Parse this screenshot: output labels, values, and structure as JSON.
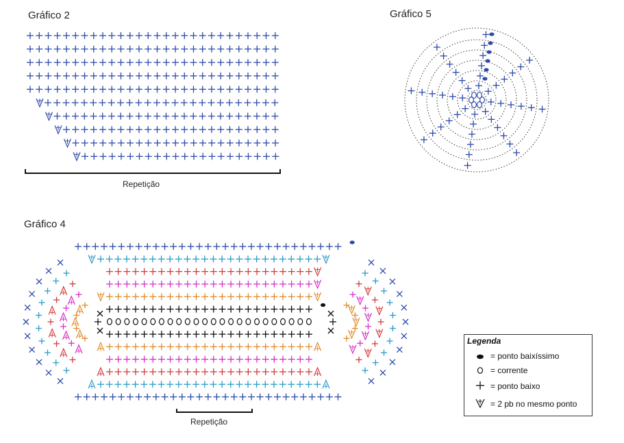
{
  "titles": {
    "chart2": "Gráfico 2",
    "chart5": "Gráfico 5",
    "chart4": "Gráfico 4"
  },
  "repeat_labels": {
    "chart2": "Repetição",
    "chart4": "Repetição"
  },
  "legend": {
    "title": "Legenda",
    "items": [
      {
        "symbol": "ponto-baixissimo",
        "label": "= ponto baixíssimo"
      },
      {
        "symbol": "corrente",
        "label": "= corrente"
      },
      {
        "symbol": "ponto-baixo",
        "label": "= ponto baixo"
      },
      {
        "symbol": "2pb",
        "label": "= 2 pb no mesmo ponto"
      }
    ]
  },
  "colors": {
    "blue": "#2c4aa8",
    "cyan": "#2a9bc4",
    "red": "#d23a3a",
    "magenta": "#d630c8",
    "orange": "#e08a2a",
    "black": "#111111",
    "dotted": "#333333"
  },
  "glyphs": {
    "plus": "+",
    "chain": "0",
    "v": "V",
    "a": "A",
    "x": "×"
  },
  "chart2_structure": {
    "full_rows": 5,
    "full_row_stitches": 28,
    "stepped_rows": 5,
    "color": "blue"
  },
  "chart4_structure": {
    "rows": [
      {
        "color": "blue",
        "stitches": 31,
        "type": "plus",
        "end": "dot"
      },
      {
        "color": "cyan",
        "stitches": 26,
        "type": "plus",
        "start": "v",
        "end": "v"
      },
      {
        "color": "red",
        "stitches": 24,
        "type": "plus",
        "end": "v"
      },
      {
        "color": "magenta",
        "stitches": 24,
        "type": "plus",
        "end": "v"
      },
      {
        "color": "orange",
        "stitches": 24,
        "type": "plus",
        "start": "v",
        "end": "v"
      },
      {
        "color": "black",
        "stitches": 24,
        "type": "plus",
        "end": "dot"
      },
      {
        "color": "black",
        "stitches": 24,
        "type": "chain"
      },
      {
        "color": "black",
        "stitches": 24,
        "type": "plus"
      },
      {
        "color": "orange",
        "stitches": 24,
        "type": "plus",
        "start": "a",
        "end": "a"
      },
      {
        "color": "magenta",
        "stitches": 24,
        "type": "plus"
      },
      {
        "color": "red",
        "stitches": 24,
        "type": "plus",
        "start": "a",
        "end": "a"
      },
      {
        "color": "cyan",
        "stitches": 26,
        "type": "plus",
        "start": "a",
        "end": "a"
      },
      {
        "color": "blue",
        "stitches": 31,
        "type": "plus"
      }
    ]
  },
  "chart5_structure": {
    "rings": 7,
    "spokes": 8,
    "color": "blue"
  }
}
